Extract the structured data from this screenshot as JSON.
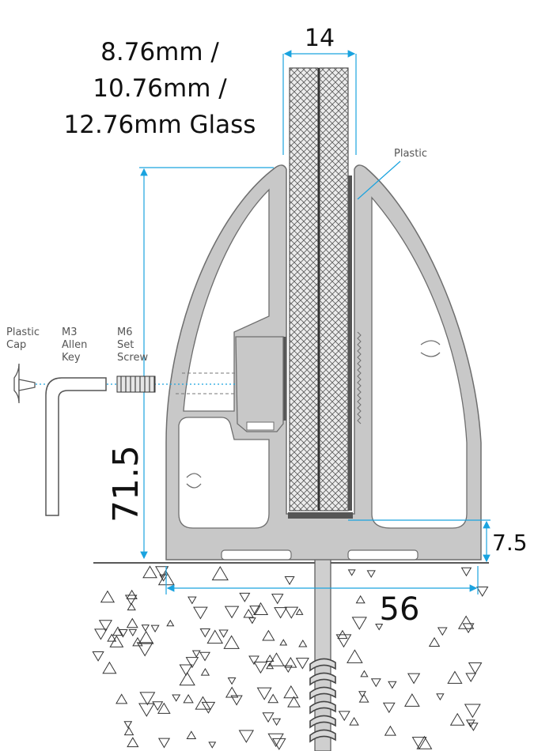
{
  "title_lines": [
    "8.76mm /",
    "10.76mm /",
    "12.76mm Glass"
  ],
  "dimensions": {
    "glass_width": "14",
    "height": "71.5",
    "base_offset": "7.5",
    "base_width": "56"
  },
  "labels": {
    "plastic": "Plastic",
    "cap_line1": "Plastic",
    "cap_line2": "Cap",
    "key_line1": "M3",
    "key_line2": "Allen",
    "key_line3": "Key",
    "screw_line1": "M6",
    "screw_line2": "Set",
    "screw_line3": "Screw"
  },
  "colors": {
    "profile_fill": "#c8c8c8",
    "profile_stroke": "#6e6e6e",
    "dimension": "#1aa3df",
    "glass_fill": "#e4e4e4",
    "plastic_strip": "#555555",
    "bolt": "#bdbdbd"
  }
}
